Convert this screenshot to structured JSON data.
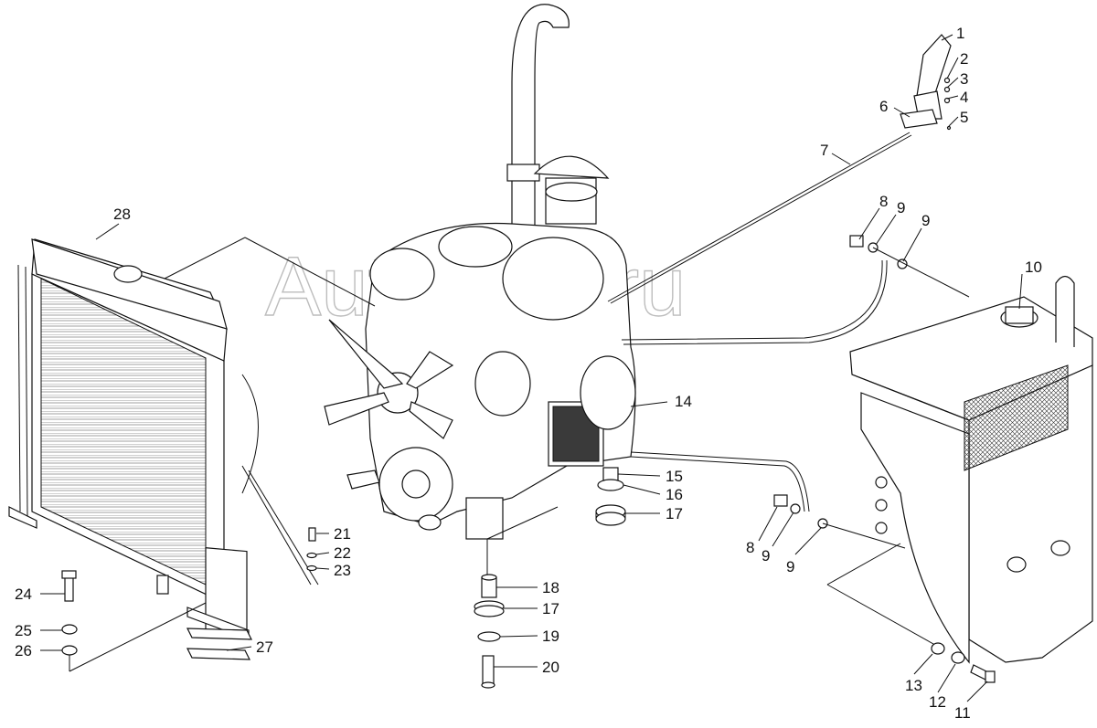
{
  "watermark": "AutoSoft.ru",
  "labels": [
    "1",
    "2",
    "3",
    "4",
    "5",
    "6",
    "7",
    "8",
    "9",
    "9",
    "10",
    "14",
    "15",
    "16",
    "17",
    "8",
    "9",
    "9",
    "21",
    "22",
    "23",
    "18",
    "17",
    "19",
    "20",
    "24",
    "25",
    "26",
    "27",
    "28",
    "13",
    "12",
    "11"
  ]
}
